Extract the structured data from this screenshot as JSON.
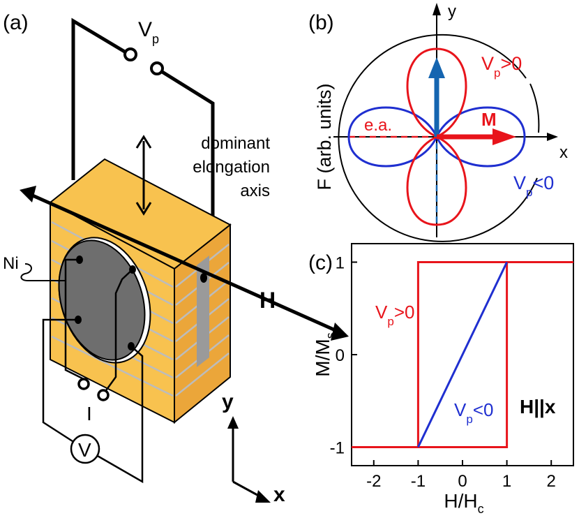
{
  "panel_a": {
    "label": "(a)",
    "vp_label": "V",
    "vp_sub": "p",
    "axis_text": [
      "dominant",
      "elongation",
      "axis"
    ],
    "ni_label": "Ni",
    "h_label": "H",
    "i_label": "I",
    "v_label": "V",
    "coord_y": "y",
    "coord_x": "x"
  },
  "panel_b": {
    "label": "(b)",
    "ylabel": "F (arb. units)",
    "axis_x": "x",
    "axis_y": "y",
    "ea_label": "e.a.",
    "m_label": "M",
    "vp_pos": {
      "main": "V",
      "sub": "p",
      "rel": ">0"
    },
    "vp_neg": {
      "main": "V",
      "sub": "p",
      "rel": "<0"
    }
  },
  "chart_data": {
    "type": "line",
    "label": "(c)",
    "xlabel": "H/H",
    "xlabel_sub": "c",
    "ylabel": "M/M",
    "ylabel_sub": "s",
    "xlim": [
      -2.5,
      2.5
    ],
    "ylim": [
      -1.2,
      1.2
    ],
    "xticks": [
      -2,
      -1,
      0,
      1,
      2
    ],
    "yticks": [
      -1,
      0,
      1
    ],
    "annotation": "H||x",
    "series": [
      {
        "label_main": "V",
        "label_sub": "p",
        "label_rel": ">0",
        "color": "#e8141b",
        "x": [
          -2.5,
          -1,
          -1,
          2.5
        ],
        "y": [
          -1,
          -1,
          1,
          1
        ],
        "x2": [
          -2.5,
          1,
          1,
          2.5
        ],
        "y2": [
          -1,
          -1,
          1,
          1
        ]
      },
      {
        "label_main": "V",
        "label_sub": "p",
        "label_rel": "<0",
        "color": "#1f2fd0",
        "x": [
          -1,
          1
        ],
        "y": [
          -1,
          1
        ]
      }
    ]
  },
  "colors": {
    "red": "#e8141b",
    "blue": "#1f2fd0",
    "dark_blue": "#1565b0",
    "block": "#f8c24f",
    "block_side": "#eba63a",
    "disk": "#6e6e6e"
  }
}
